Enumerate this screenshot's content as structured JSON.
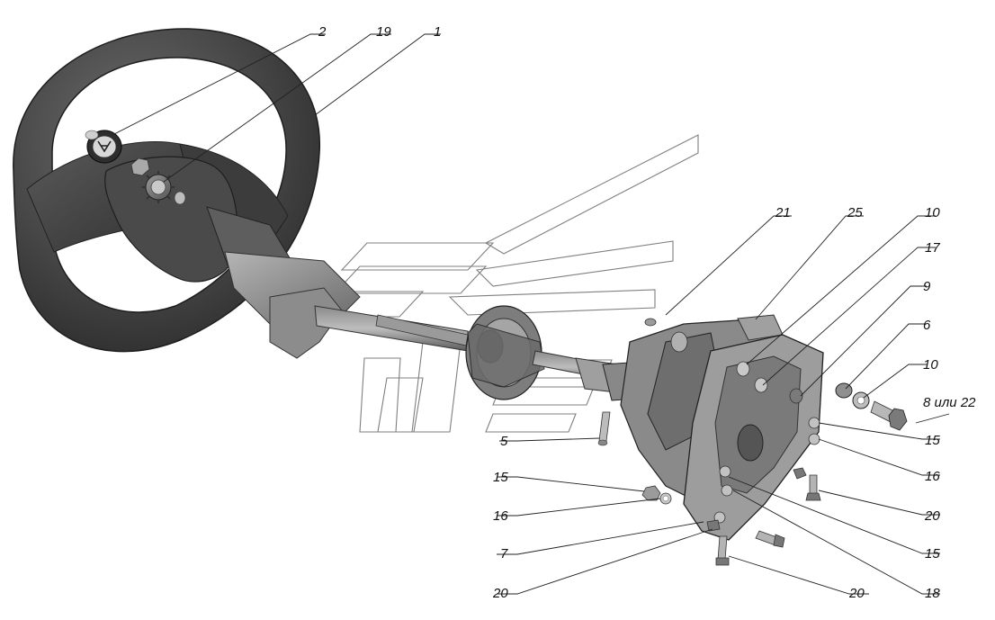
{
  "diagram": {
    "watermark": "logo-watermark",
    "callouts": [
      {
        "id": "c2",
        "label": "2"
      },
      {
        "id": "c19",
        "label": "19"
      },
      {
        "id": "c1",
        "label": "1"
      },
      {
        "id": "c21",
        "label": "21"
      },
      {
        "id": "c25",
        "label": "25"
      },
      {
        "id": "c10a",
        "label": "10"
      },
      {
        "id": "c17",
        "label": "17"
      },
      {
        "id": "c9",
        "label": "9"
      },
      {
        "id": "c6",
        "label": "6"
      },
      {
        "id": "c10b",
        "label": "10"
      },
      {
        "id": "c8",
        "label": "8 или 22"
      },
      {
        "id": "c15a",
        "label": "15"
      },
      {
        "id": "c16a",
        "label": "16"
      },
      {
        "id": "c20a",
        "label": "20"
      },
      {
        "id": "c15b",
        "label": "15"
      },
      {
        "id": "c18",
        "label": "18"
      },
      {
        "id": "c20b",
        "label": "20"
      },
      {
        "id": "c20c",
        "label": "20"
      },
      {
        "id": "c7",
        "label": "7"
      },
      {
        "id": "c16b",
        "label": "16"
      },
      {
        "id": "c15c",
        "label": "15"
      },
      {
        "id": "c5",
        "label": "5"
      }
    ]
  }
}
